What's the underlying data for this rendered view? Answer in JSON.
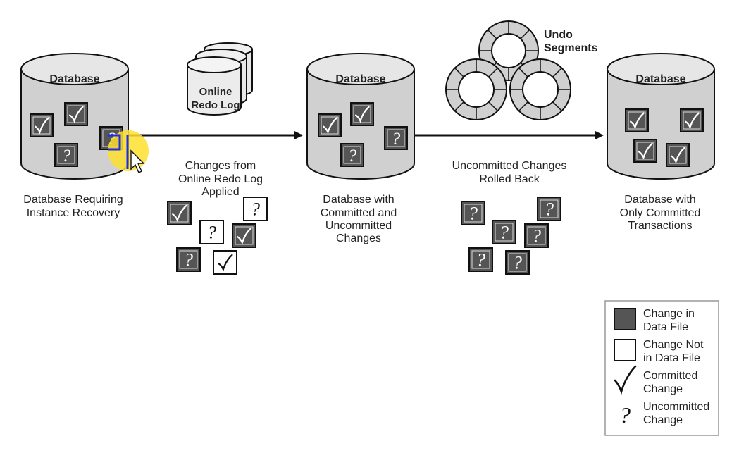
{
  "colors": {
    "cylinder_fill": "#d0d0d0",
    "cylinder_top": "#e6e6e6",
    "stroke": "#111111",
    "dark_box": "#555555",
    "cursor_highlight": "#ffe12e",
    "selection": "#1b2ee8"
  },
  "db1": {
    "title": "Database",
    "caption": [
      "Database Requiring",
      "Instance Recovery"
    ],
    "boxes": [
      {
        "symbol": "✓",
        "filled": true
      },
      {
        "symbol": "✓",
        "filled": true
      },
      {
        "symbol": "?",
        "filled": true
      },
      {
        "symbol": "?",
        "filled": true
      }
    ]
  },
  "redo_log": {
    "title": [
      "Online",
      "Redo Log"
    ]
  },
  "step1": {
    "caption": [
      "Changes from",
      "Online Redo Log",
      "Applied"
    ],
    "boxes": [
      {
        "symbol": "✓",
        "filled": true
      },
      {
        "symbol": "?",
        "filled": false
      },
      {
        "symbol": "?",
        "filled": false
      },
      {
        "symbol": "✓",
        "filled": true
      },
      {
        "symbol": "?",
        "filled": true
      },
      {
        "symbol": "✓",
        "filled": false
      }
    ]
  },
  "db2": {
    "title": "Database",
    "caption": [
      "Database with",
      "Committed and",
      "Uncommitted",
      "Changes"
    ],
    "boxes": [
      {
        "symbol": "✓",
        "filled": true
      },
      {
        "symbol": "✓",
        "filled": true
      },
      {
        "symbol": "?",
        "filled": true
      },
      {
        "symbol": "?",
        "filled": true
      }
    ]
  },
  "undo": {
    "title": [
      "Undo",
      "Segments"
    ]
  },
  "step2": {
    "caption": [
      "Uncommitted Changes",
      "Rolled Back"
    ],
    "boxes": [
      {
        "symbol": "?",
        "filled": true
      },
      {
        "symbol": "?",
        "filled": true
      },
      {
        "symbol": "?",
        "filled": true
      },
      {
        "symbol": "?",
        "filled": true
      },
      {
        "symbol": "?",
        "filled": true
      },
      {
        "symbol": "?",
        "filled": true
      }
    ]
  },
  "db3": {
    "title": "Database",
    "caption": [
      "Database with",
      "Only Committed",
      "Transactions"
    ],
    "boxes": [
      {
        "symbol": "✓",
        "filled": true
      },
      {
        "symbol": "✓",
        "filled": true
      },
      {
        "symbol": "✓",
        "filled": true
      },
      {
        "symbol": "✓",
        "filled": true
      }
    ]
  },
  "legend": {
    "items": [
      {
        "label": [
          "Change in",
          "Data File"
        ],
        "icon": "filled-box-icon"
      },
      {
        "label": [
          "Change Not",
          "in Data File"
        ],
        "icon": "empty-box-icon"
      },
      {
        "label": [
          "Committed",
          "Change"
        ],
        "icon": "checkmark-icon"
      },
      {
        "label": [
          "Uncommitted",
          "Change"
        ],
        "icon": "question-mark-icon"
      }
    ]
  }
}
